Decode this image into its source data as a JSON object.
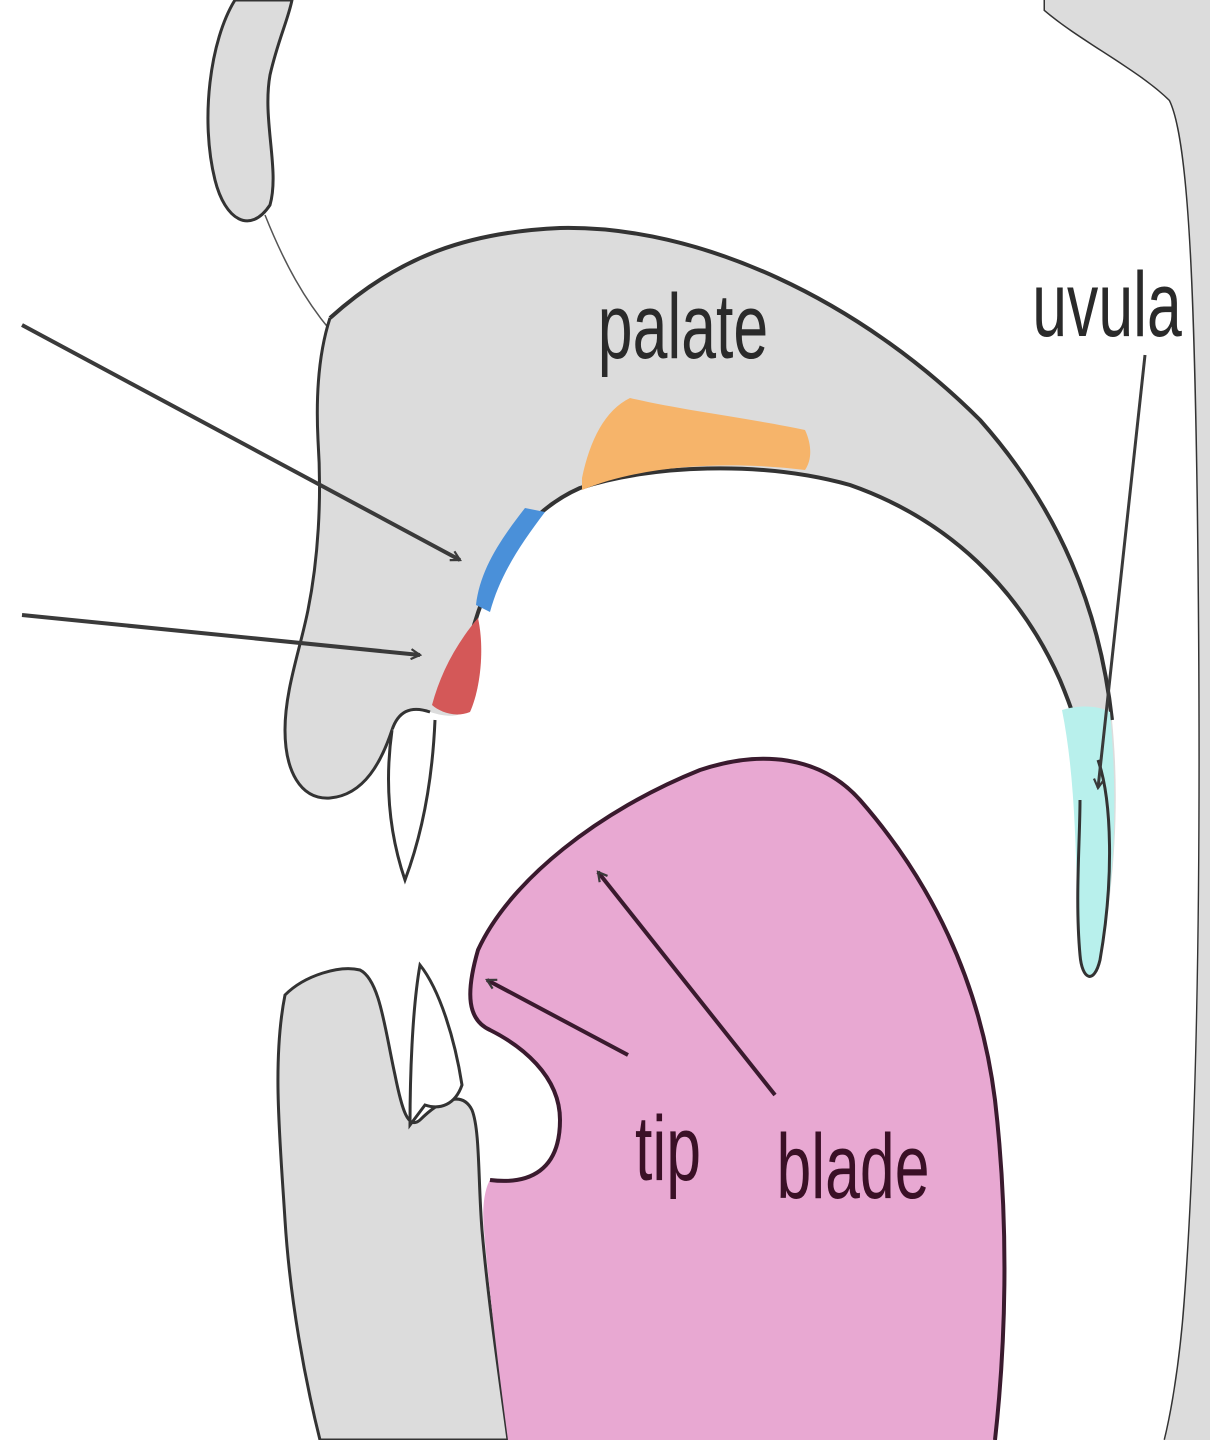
{
  "labels": {
    "palate": "palate",
    "uvula": "uvula",
    "tip": "tip",
    "blade": "blade"
  },
  "colors": {
    "background": "#ffffff",
    "tissue": "#dcdcdc",
    "outline": "#333333",
    "tongue": "#e8a8d2",
    "tongue_outline": "#3a1a2e",
    "palatal_region": "#f6b46a",
    "alveolar_region": "#4a90d9",
    "dental_region": "#d45858",
    "uvular_region": "#b8f0ec",
    "arrow": "#3a3a3a"
  },
  "regions": [
    "palatal-region",
    "alveolar-region",
    "dental-region",
    "uvular-region"
  ]
}
